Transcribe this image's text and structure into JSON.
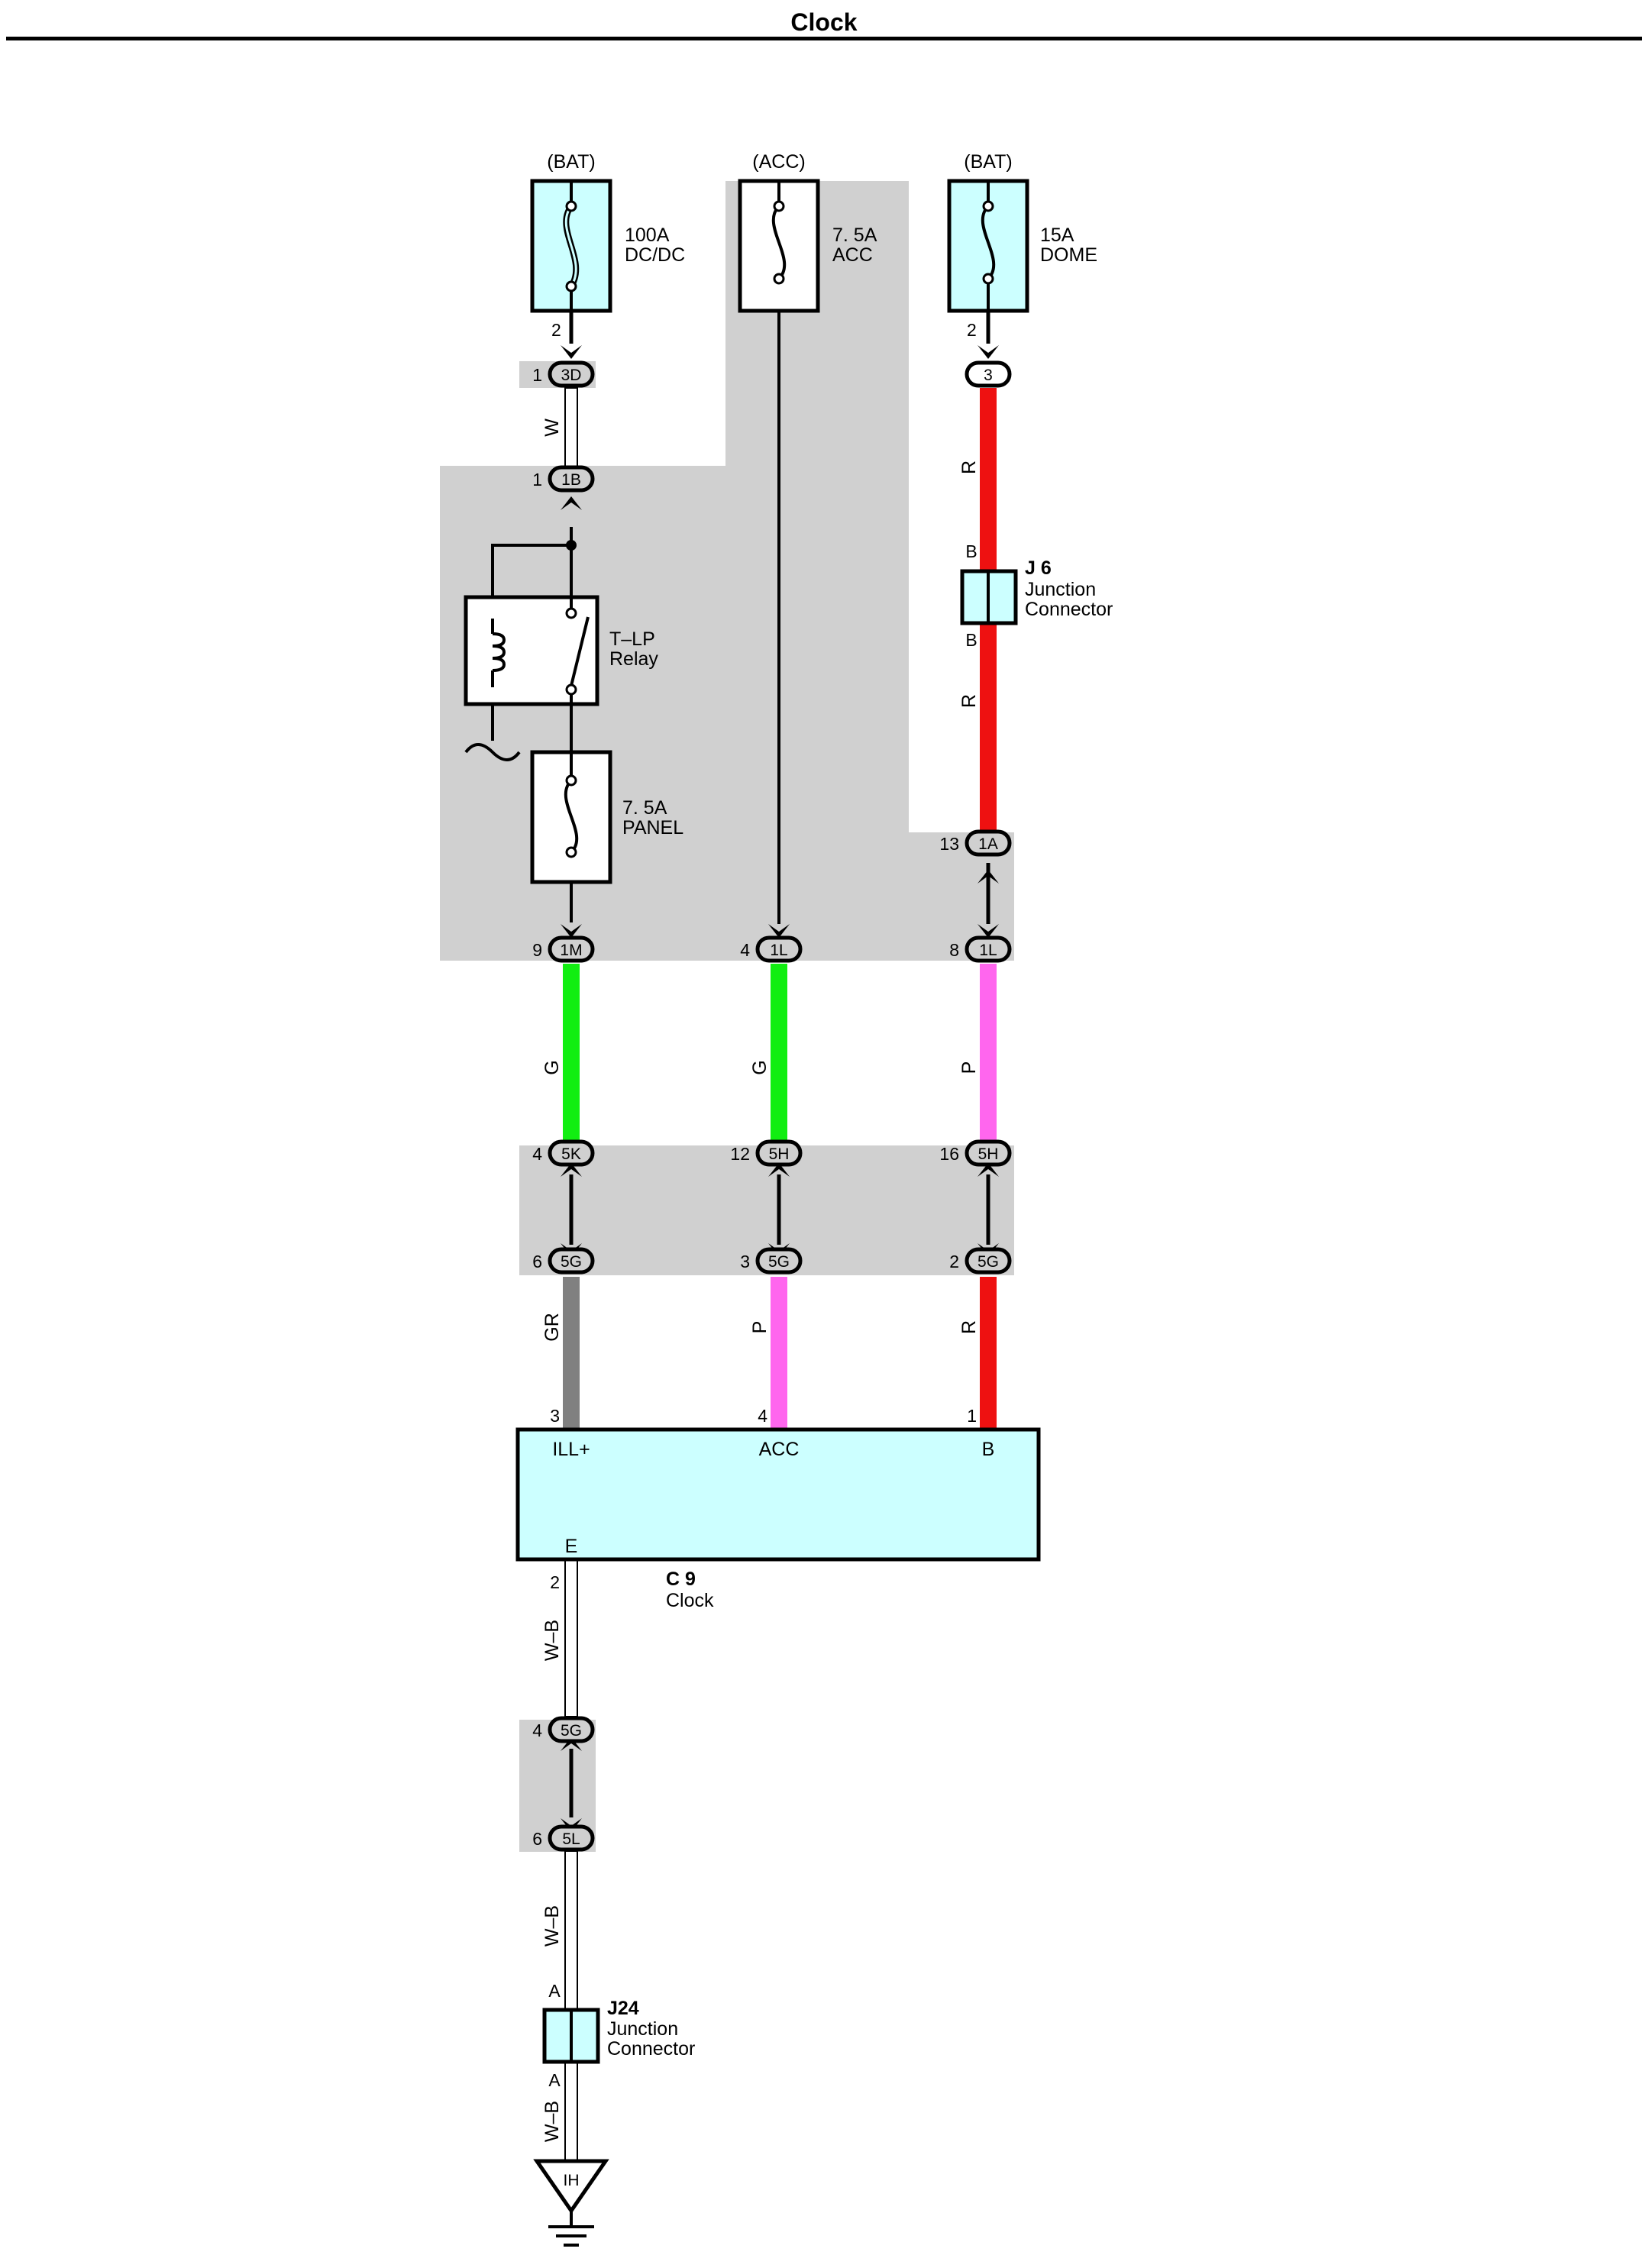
{
  "title": "Clock",
  "fuses": {
    "dcdc": {
      "source": "(BAT)",
      "rating": "100A",
      "name": "DC/DC",
      "out_pin": "2"
    },
    "acc": {
      "source": "(ACC)",
      "rating": "7. 5A",
      "name": "ACC"
    },
    "dome": {
      "source": "(BAT)",
      "rating": "15A",
      "name": "DOME",
      "out_pin": "2"
    },
    "panel": {
      "rating": "7. 5A",
      "name": "PANEL"
    }
  },
  "relay": {
    "line1": "T–LP",
    "line2": "Relay"
  },
  "junction_j6": {
    "id": "J 6",
    "line1": "Junction",
    "line2": "Connector",
    "pin_top": "B",
    "pin_bottom": "B"
  },
  "junction_j24": {
    "id": "J24",
    "line1": "Junction",
    "line2": "Connector",
    "pin_top": "A",
    "pin_bottom": "A"
  },
  "connectors": {
    "c3D": {
      "code": "3D",
      "pin": "1"
    },
    "c1B": {
      "code": "1B",
      "pin": "1"
    },
    "c3": {
      "code": "3"
    },
    "c1A": {
      "code": "1A",
      "pin": "13"
    },
    "c1M": {
      "code": "1M",
      "pin": "9"
    },
    "c1L_a": {
      "code": "1L",
      "pin": "4"
    },
    "c1L_b": {
      "code": "1L",
      "pin": "8"
    },
    "c5K": {
      "code": "5K",
      "pin": "4"
    },
    "c5H_a": {
      "code": "5H",
      "pin": "12"
    },
    "c5H_b": {
      "code": "5H",
      "pin": "16"
    },
    "c5G_a": {
      "code": "5G",
      "pin": "6"
    },
    "c5G_b": {
      "code": "5G",
      "pin": "3"
    },
    "c5G_c": {
      "code": "5G",
      "pin": "2"
    },
    "c5G_d": {
      "code": "5G",
      "pin": "4"
    },
    "c5L": {
      "code": "5L",
      "pin": "6"
    }
  },
  "wires": {
    "w_3d_1b": "W",
    "w_dome_top": "R",
    "w_dome_mid": "R",
    "w_1m": "G",
    "w_1l": "G",
    "w_1l_b": "P",
    "w_gr": "GR",
    "w_p": "P",
    "w_r": "R",
    "w_wb1": "W–B",
    "w_wb2": "W–B",
    "w_wb3": "W–B"
  },
  "clock": {
    "id": "C 9",
    "name": "Clock",
    "terminals": {
      "ill": {
        "label": "ILL+",
        "pin": "3"
      },
      "acc": {
        "label": "ACC",
        "pin": "4"
      },
      "b": {
        "label": "B",
        "pin": "1"
      },
      "e": {
        "label": "E",
        "pin": "2"
      }
    }
  },
  "ground": {
    "code": "IH"
  },
  "colors": {
    "gray_block": "#d0d0d0",
    "fill_light": "#ccffff",
    "red": "#ee1111",
    "green": "#11ee11",
    "pink": "#ff66ee",
    "gray_wire": "#808080"
  }
}
